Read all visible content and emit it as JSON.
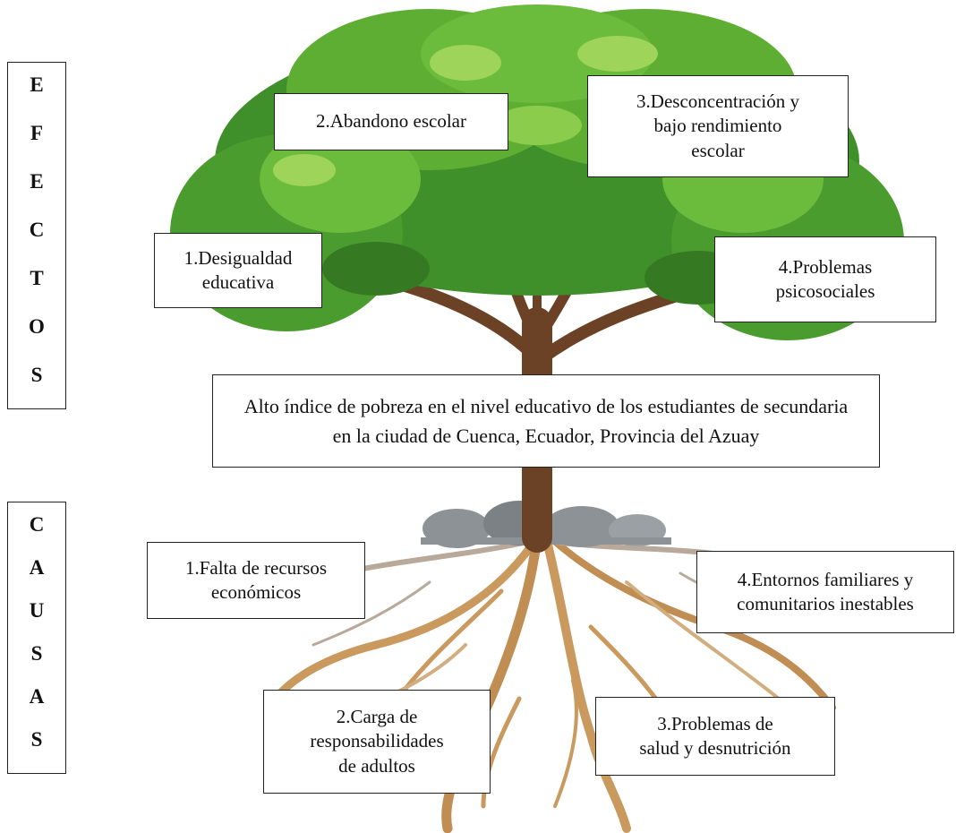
{
  "effects_label": [
    "E",
    "F",
    "E",
    "C",
    "T",
    "O",
    "S"
  ],
  "causes_label": [
    "C",
    "A",
    "U",
    "S",
    "A",
    "S"
  ],
  "central_problem": "Alto índice de pobreza en el nivel educativo de los estudiantes de secundaria en la ciudad de Cuenca, Ecuador, Provincia del Azuay",
  "effects": [
    "1.Desigualdad\neducativa",
    "2.Abandono escolar",
    "3.Desconcentración y\nbajo rendimiento\nescolar",
    "4.Problemas\npsicosociales"
  ],
  "causes": [
    "1.Falta de recursos\neconómicos",
    "2.Carga de\nresponsabilidades\nde adultos",
    "3.Problemas de\nsalud y desnutrición",
    "4.Entornos familiares y\ncomunitarios inestables"
  ],
  "colors": {
    "foliage_dark": "#3f8f2a",
    "foliage_mid": "#5fae34",
    "foliage_light": "#9fd45a",
    "trunk": "#6b4226",
    "roots": "#c9995e",
    "rocks": "#8c9296"
  }
}
